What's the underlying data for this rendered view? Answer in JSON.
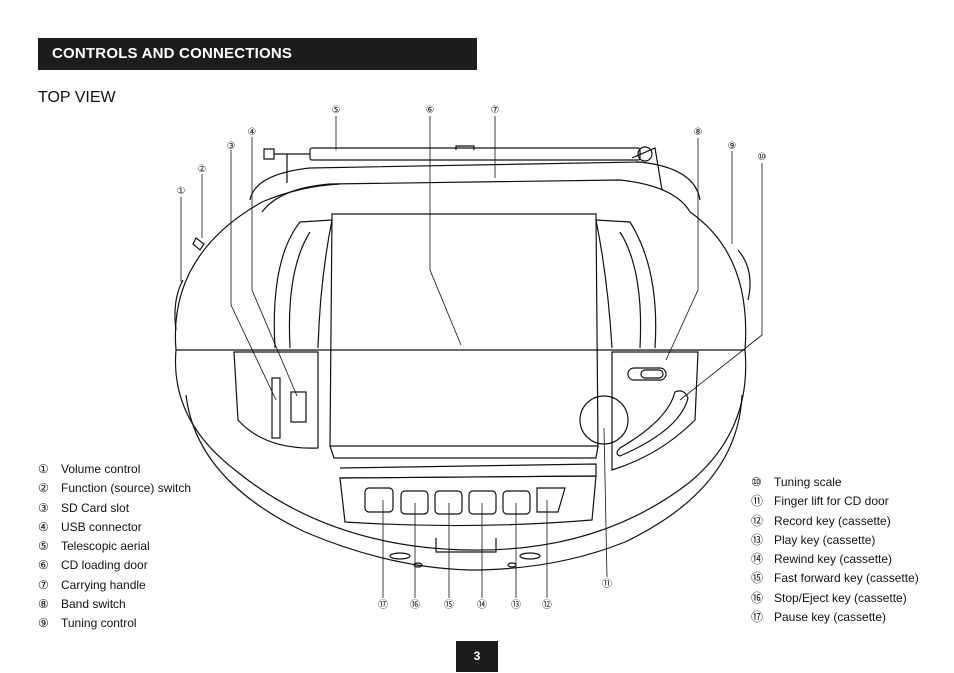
{
  "header": {
    "title": "CONTROLS AND CONNECTIONS"
  },
  "section": {
    "title": "TOP VIEW"
  },
  "legend_left": [
    {
      "num": "①",
      "label": "Volume control"
    },
    {
      "num": "②",
      "label": "Function (source) switch"
    },
    {
      "num": "③",
      "label": "SD Card slot"
    },
    {
      "num": "④",
      "label": "USB connector"
    },
    {
      "num": "⑤",
      "label": "Telescopic aerial"
    },
    {
      "num": "⑥",
      "label": "CD loading door"
    },
    {
      "num": "⑦",
      "label": "Carrying handle"
    },
    {
      "num": "⑧",
      "label": "Band switch"
    },
    {
      "num": "⑨",
      "label": "Tuning control"
    }
  ],
  "legend_right": [
    {
      "num": "⑩",
      "label": "Tuning scale"
    },
    {
      "num": "⑪",
      "label": "Finger lift for CD door"
    },
    {
      "num": "⑫",
      "label": "Record key (cassette)"
    },
    {
      "num": "⑬",
      "label": "Play key (cassette)"
    },
    {
      "num": "⑭",
      "label": "Rewind key (cassette)"
    },
    {
      "num": "⑮",
      "label": "Fast forward key (cassette)"
    },
    {
      "num": "⑯",
      "label": "Stop/Eject key (cassette)"
    },
    {
      "num": "⑰",
      "label": "Pause key (cassette)"
    }
  ],
  "callouts": {
    "c1": "①",
    "c2": "②",
    "c3": "③",
    "c4": "④",
    "c5": "⑤",
    "c6": "⑥",
    "c7": "⑦",
    "c8": "⑧",
    "c9": "⑨",
    "c10": "⑩",
    "c11": "⑪",
    "c12": "⑫",
    "c13": "⑬",
    "c14": "⑭",
    "c15": "⑮",
    "c16": "⑯",
    "c17": "⑰"
  },
  "footer": {
    "page_number": "3"
  }
}
